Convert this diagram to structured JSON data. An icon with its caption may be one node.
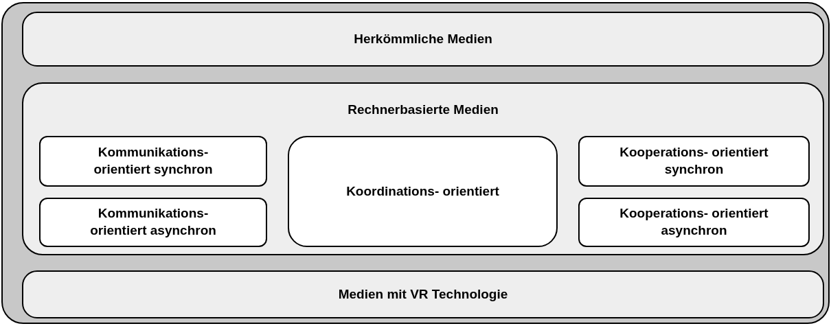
{
  "diagram": {
    "nodes": [
      {
        "text": [],
        "shape": "box"
      },
      {
        "text": [
          "Herkömmliche Medien"
        ],
        "in": 0
      },
      {
        "text": [
          "Rechnerbasierte Medien"
        ],
        "in": 0
      },
      {
        "text": [
          "Kommunikations- orientiert synchron"
        ],
        "in": 2
      },
      {
        "text": [
          "Koordinations- orientiert"
        ],
        "in": 2
      },
      {
        "text": [
          "Kooperations- orientiert synchron"
        ],
        "in": 2
      },
      {
        "text": [
          "Kommunikations- orientiert asynchron"
        ],
        "in": 2
      },
      {
        "text": [
          "Kooperations- orientiert asynchron"
        ],
        "in": 2
      },
      {
        "text": [
          "Medien mit VR Technologie"
        ],
        "in": 0
      }
    ],
    "edges": []
  }
}
